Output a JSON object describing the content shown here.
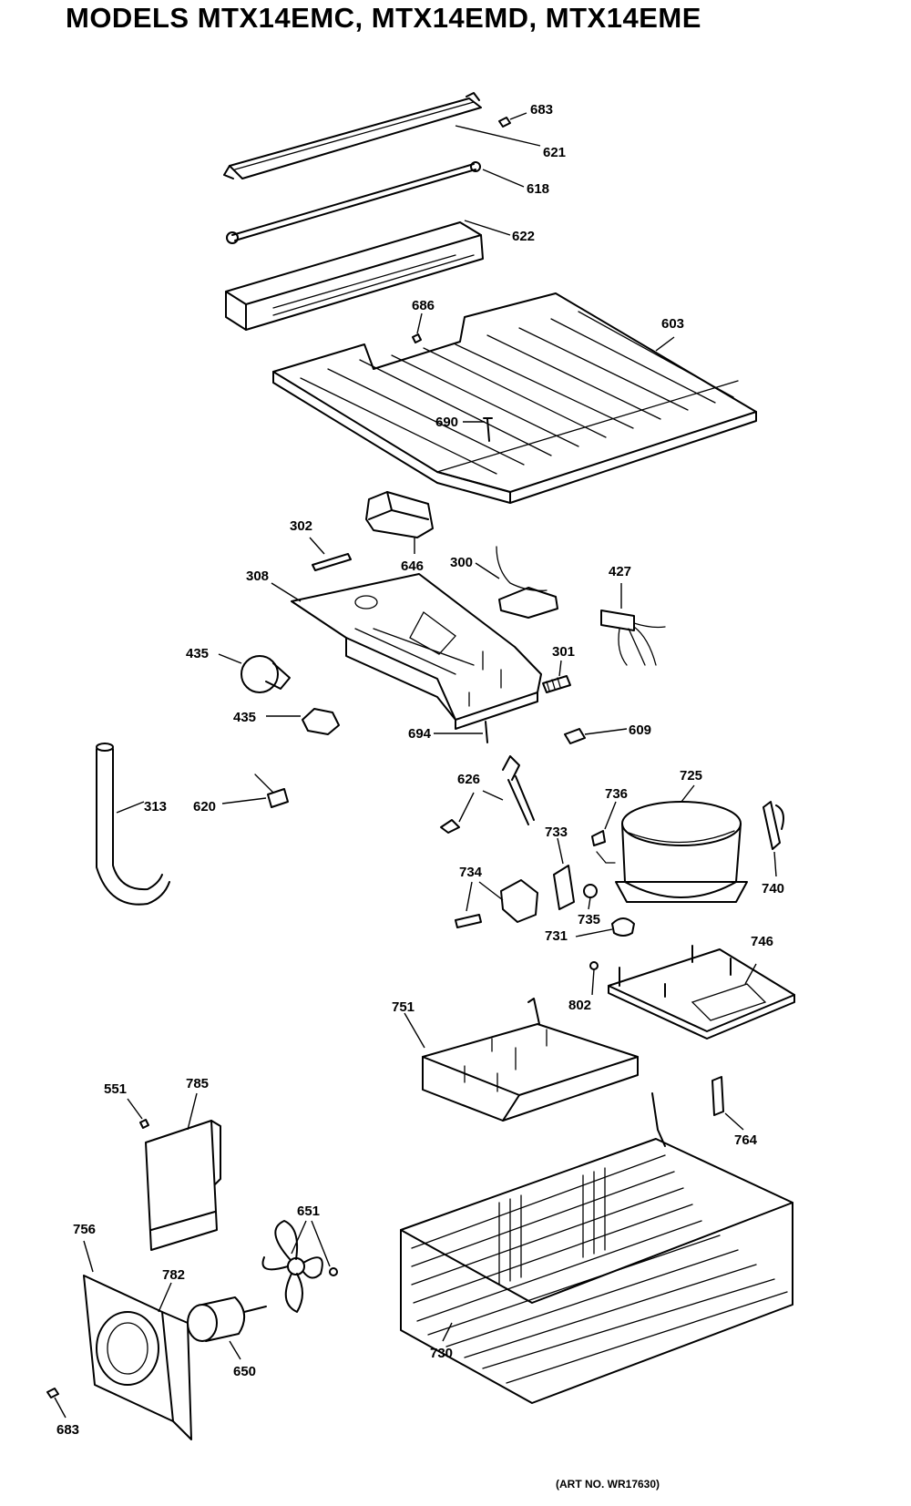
{
  "title": "MODELS MTX14EMC, MTX14EMD, MTX14EME",
  "art_no": "(ART NO. WR17630)",
  "callouts": {
    "c683a": "683",
    "c621": "621",
    "c618": "618",
    "c622": "622",
    "c686": "686",
    "c603": "603",
    "c690": "690",
    "c302": "302",
    "c646": "646",
    "c300": "300",
    "c427": "427",
    "c308": "308",
    "c435a": "435",
    "c435b": "435",
    "c301": "301",
    "c694": "694",
    "c609": "609",
    "c313": "313",
    "c620": "620",
    "c626": "626",
    "c736": "736",
    "c725": "725",
    "c733": "733",
    "c740": "740",
    "c734": "734",
    "c735": "735",
    "c731": "731",
    "c746": "746",
    "c802": "802",
    "c751": "751",
    "c551": "551",
    "c785": "785",
    "c764": "764",
    "c651": "651",
    "c756": "756",
    "c782": "782",
    "c730": "730",
    "c650": "650",
    "c683b": "683"
  }
}
